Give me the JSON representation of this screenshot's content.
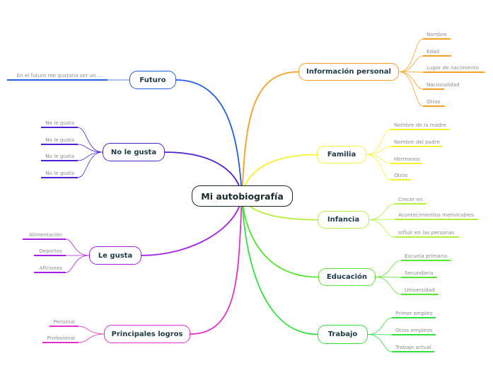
{
  "title": "Mi autobiografía",
  "central_color": "#2a8ec4",
  "branches": [
    {
      "key": "info",
      "label": "Información personal",
      "color": "#f5a01e",
      "children": [
        "Nombre",
        "Edad",
        "Lugar de nacimiento",
        "Nacionalidad",
        "Otros"
      ]
    },
    {
      "key": "familia",
      "label": "Familia",
      "color": "#f6f22c",
      "children": [
        "Nombre de la madre",
        "Nombre del padre",
        "Hermanos",
        "Otros"
      ]
    },
    {
      "key": "infancia",
      "label": "Infancia",
      "color": "#b2f23a",
      "children": [
        "Crecer en",
        "Acontecimientos memorables",
        "Influir en las personas"
      ]
    },
    {
      "key": "educacion",
      "label": "Educación",
      "color": "#55e62e",
      "children": [
        "Escuela primaria",
        "Secundaria",
        "Universidad"
      ]
    },
    {
      "key": "trabajo",
      "label": "Trabajo",
      "color": "#2fe33a",
      "children": [
        "Primer empleo",
        "Otros empleos",
        "Trabajo actual"
      ]
    },
    {
      "key": "futuro",
      "label": "Futuro",
      "color": "#1f5fe0",
      "children": [
        "En el futuro me gustaría ser un....."
      ]
    },
    {
      "key": "nolegusta",
      "label": "No le gusta",
      "color": "#4a1fd6",
      "children": [
        "No le gusta",
        "No le gusta",
        "No le gusta",
        "No le gusta"
      ]
    },
    {
      "key": "legusta",
      "label": "Le gusta",
      "color": "#a51fe3",
      "children": [
        "Alimentación",
        "Deportes",
        "Aficiones"
      ]
    },
    {
      "key": "logros",
      "label": "Principales logros",
      "color": "#e62ec8",
      "children": [
        "Personal",
        "Profesional"
      ]
    }
  ]
}
